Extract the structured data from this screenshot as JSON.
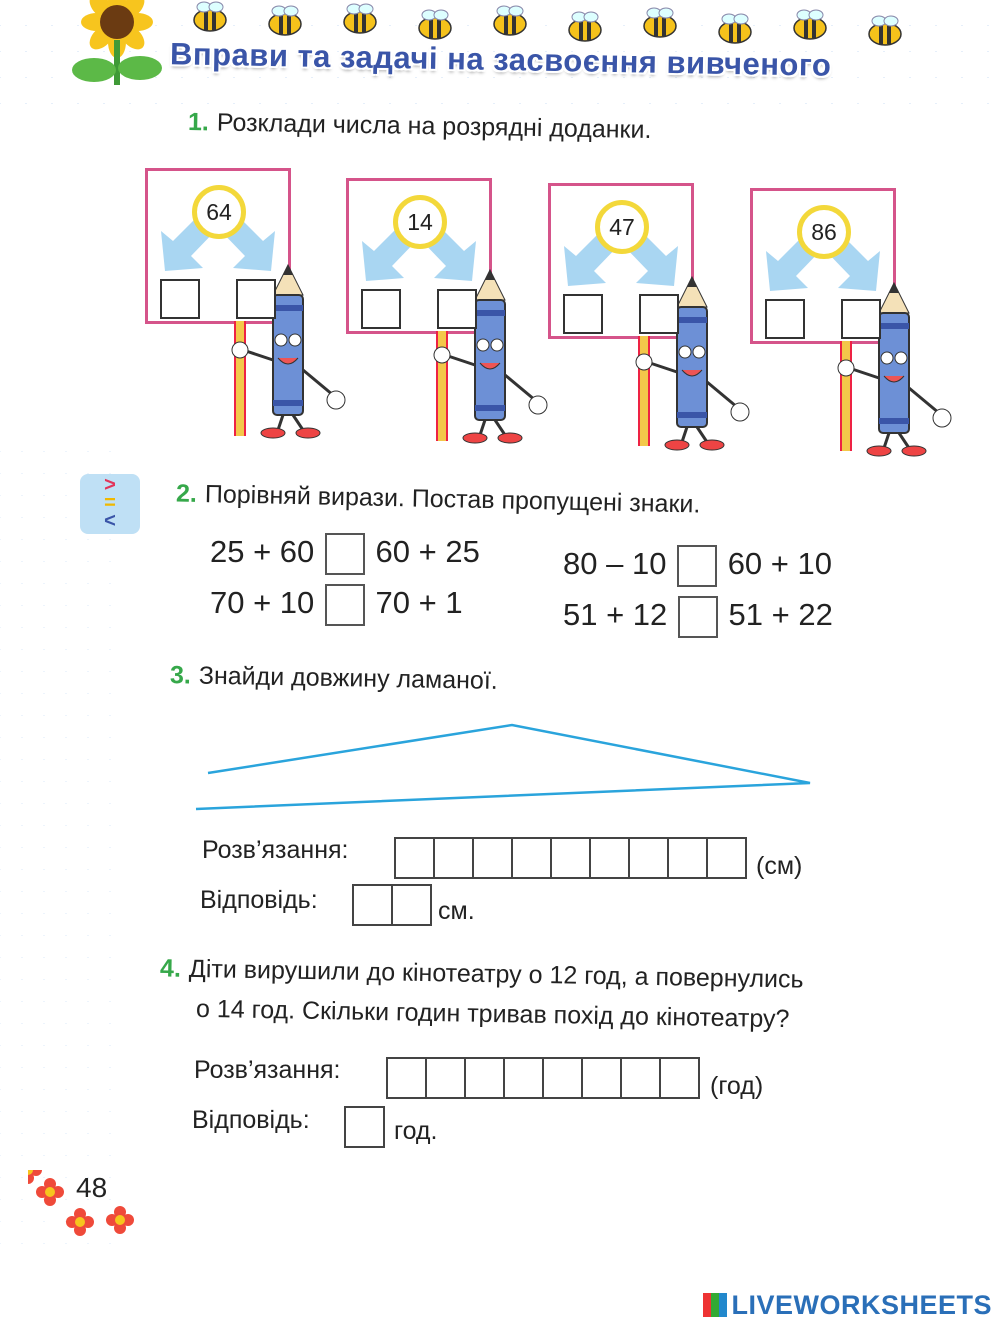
{
  "header": {
    "title": "Вправи та задачі на засвоєння вивченого"
  },
  "task1": {
    "number": "1.",
    "text": "Розклади числа на розрядні доданки.",
    "signs": [
      {
        "value": "64"
      },
      {
        "value": "14"
      },
      {
        "value": "47"
      },
      {
        "value": "86"
      }
    ]
  },
  "task2": {
    "number": "2.",
    "text": "Порівняй вирази. Постав пропущені знаки.",
    "icon_symbols": [
      ">",
      "=",
      "<"
    ],
    "left_rows": [
      {
        "left": "25 + 60",
        "right": "60 + 25"
      },
      {
        "left": "70 + 10",
        "right": "70 + 1"
      }
    ],
    "right_rows": [
      {
        "left": "80 – 10",
        "right": "60 + 10"
      },
      {
        "left": "51 + 12",
        "right": "51 + 22"
      }
    ]
  },
  "task3": {
    "number": "3.",
    "text": "Знайди довжину ламаної.",
    "solution_label": "Розв’язання:",
    "solution_unit": "(см)",
    "answer_label": "Відповідь:",
    "answer_unit": "см."
  },
  "task4": {
    "number": "4.",
    "text_line1": "Діти вирушили до кінотеатру о 12 год, а повернулись",
    "text_line2": "о 14 год. Скільки годин тривав похід до кінотеатру?",
    "solution_label": "Розв’язання:",
    "solution_unit": "(год)",
    "answer_label": "Відповідь:",
    "answer_unit": "год."
  },
  "page_number": "48",
  "watermark": "LIVEWORKSHEETS",
  "colors": {
    "accent_blue": "#3a55a8",
    "task_green": "#36a84a",
    "sign_border": "#d5548a",
    "line_blue": "#2aa4dc"
  }
}
